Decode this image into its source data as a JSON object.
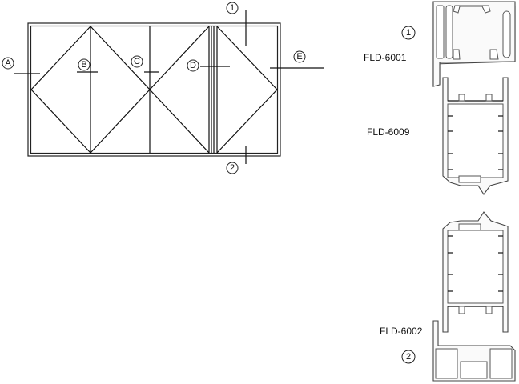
{
  "elevation": {
    "markers": {
      "a": "A",
      "b": "B",
      "c": "C",
      "d": "D",
      "e": "E",
      "one": "1",
      "two": "2"
    }
  },
  "sections": {
    "top": {
      "marker": "1",
      "frame_code": "FLD-6001",
      "sash_code": "FLD-6009"
    },
    "bottom": {
      "marker": "2",
      "frame_code": "FLD-6002"
    }
  }
}
